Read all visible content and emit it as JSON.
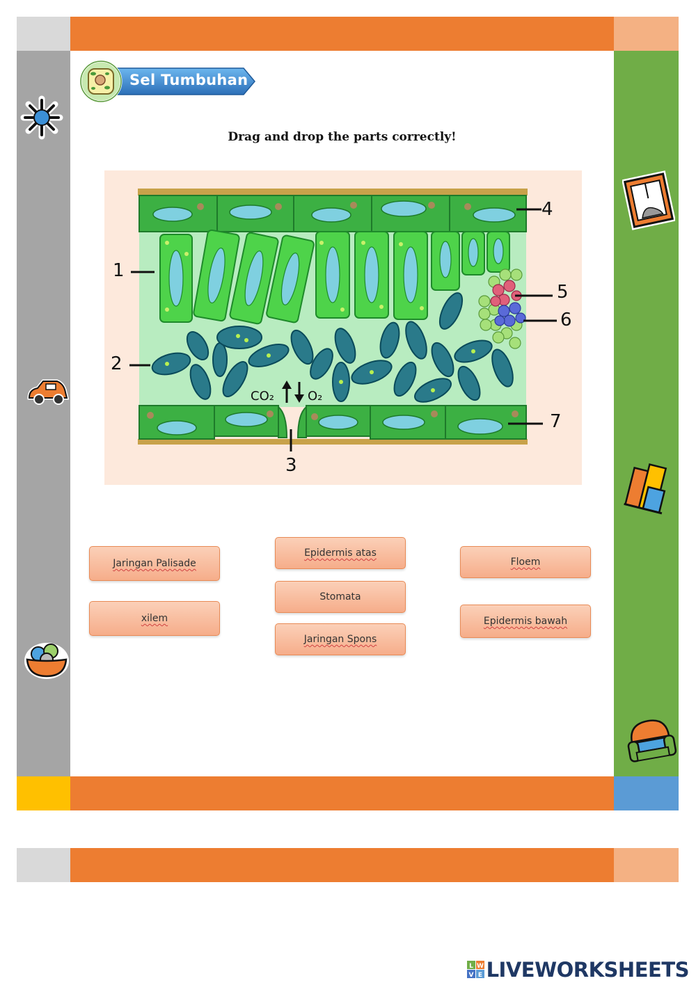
{
  "title": {
    "label": "Sel Tumbuhan"
  },
  "instruction": "Drag and drop the parts correctly!",
  "diagram": {
    "labels": [
      "1",
      "2",
      "3",
      "4",
      "5",
      "6",
      "7"
    ],
    "gas": {
      "co2": "CO₂",
      "o2": "O₂"
    }
  },
  "draggables": [
    {
      "id": "palisade",
      "label": "Jaringan Palisade"
    },
    {
      "id": "xilem",
      "label": "xilem"
    },
    {
      "id": "epi-atas",
      "label": "Epidermis atas"
    },
    {
      "id": "stomata",
      "label": "Stomata"
    },
    {
      "id": "spons",
      "label": "Jaringan Spons"
    },
    {
      "id": "floem",
      "label": "Floem"
    },
    {
      "id": "epi-bawah",
      "label": "Epidermis bawah"
    }
  ],
  "footer": {
    "brand": "LIVEWORKSHEETS",
    "badge_letters": [
      "L",
      "W",
      "V",
      "E"
    ]
  },
  "colors": {
    "orange": "#ed7d31",
    "gray": "#a5a5a5",
    "green": "#70ad47",
    "yellow": "#ffc000",
    "blue": "#5b9bd5",
    "peach": "#f4b183"
  },
  "icons": [
    "plant-cell-icon",
    "snowflake-sticker-icon",
    "car-sticker-icon",
    "bowl-sticker-icon",
    "window-sticker-icon",
    "buildings-sticker-icon",
    "sofa-sticker-icon"
  ]
}
